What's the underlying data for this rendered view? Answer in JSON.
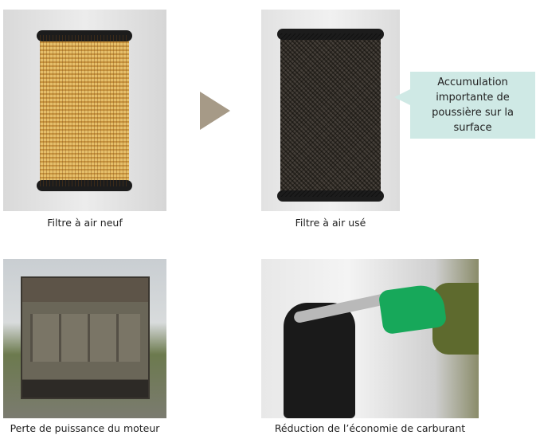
{
  "panels": [
    {
      "caption": "Filtre à air neuf"
    },
    {
      "caption": "Filtre à air usé"
    },
    {
      "caption": "Perte de puissance du moteur"
    },
    {
      "caption": "Réduction de l’économie de carburant"
    }
  ],
  "callout": {
    "text": "Accumulation importante de poussière sur la surface",
    "color": "#cfe9e5"
  },
  "arrow": {
    "icon": "play-triangle-icon",
    "color": "#a69a87"
  }
}
